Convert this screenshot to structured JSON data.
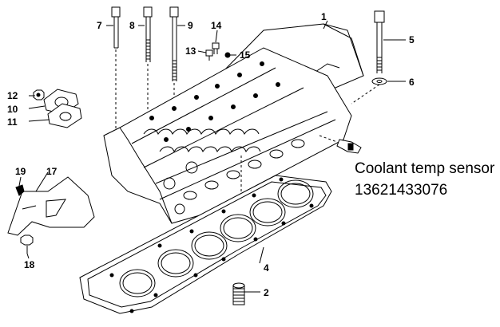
{
  "callouts": {
    "c1": "1",
    "c2": "2",
    "c4": "4",
    "c5": "5",
    "c6": "6",
    "c7": "7",
    "c8": "8",
    "c9": "9",
    "c10": "10",
    "c11": "11",
    "c12": "12",
    "c13": "13",
    "c14": "14",
    "c15": "15",
    "c17": "17",
    "c18": "18",
    "c19": "19"
  },
  "annotation": {
    "title": "Coolant temp sensor",
    "part_number": "13621433076"
  }
}
